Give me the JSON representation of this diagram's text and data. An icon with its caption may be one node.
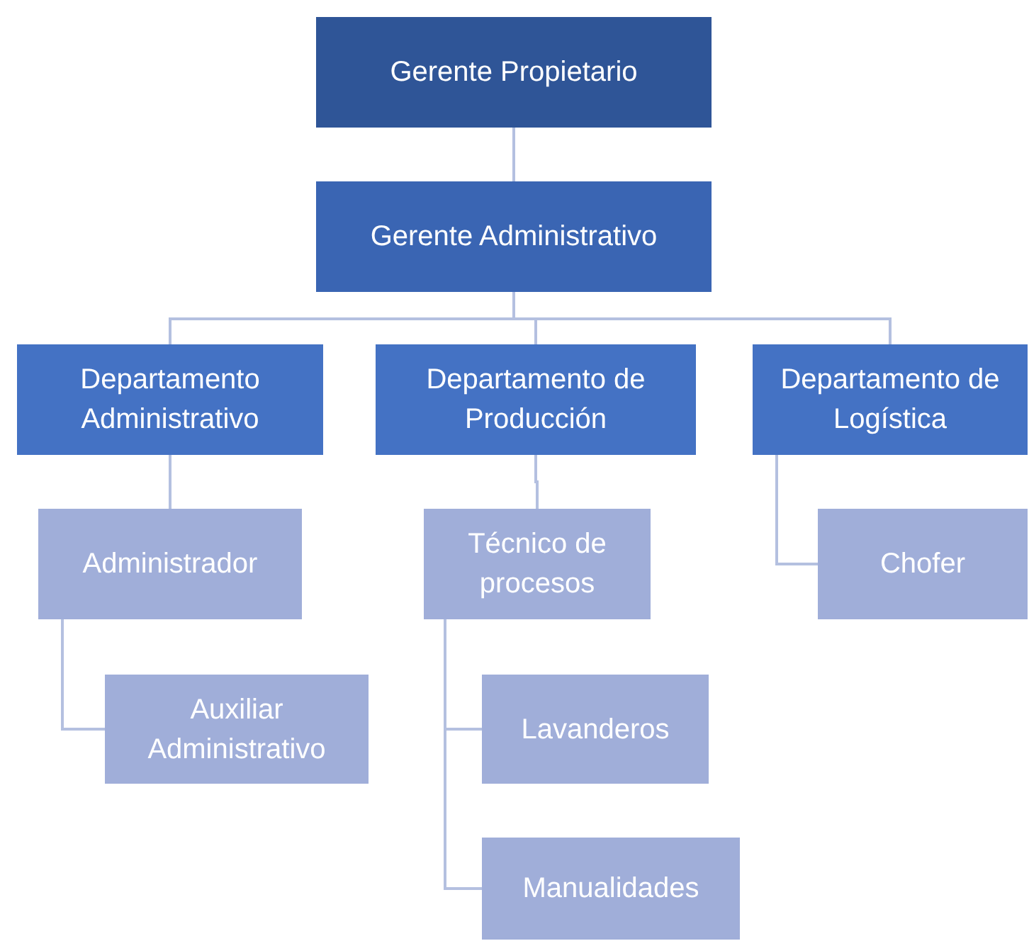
{
  "diagram": {
    "nodes": [
      {
        "text": [
          "Gerente Propietario"
        ]
      },
      {
        "text": [
          "Gerente Administrativo"
        ]
      },
      {
        "text": [
          "Departamento Administrativo"
        ]
      },
      {
        "text": [
          "Departamento de Producción"
        ]
      },
      {
        "text": [
          "Departamento de Logística"
        ]
      },
      {
        "text": [
          "Administrador"
        ]
      },
      {
        "text": [
          "Auxiliar Administrativo"
        ]
      },
      {
        "text": [
          "Técnico de procesos"
        ]
      },
      {
        "text": [
          "Lavanderos"
        ]
      },
      {
        "text": [
          "Manualidades"
        ]
      },
      {
        "text": [
          "Chofer"
        ]
      }
    ],
    "edges": [
      {
        "from": 0,
        "to": 1,
        "arrow": "none"
      },
      {
        "from": 1,
        "to": 2,
        "arrow": "none"
      },
      {
        "from": 1,
        "to": 3,
        "arrow": "none"
      },
      {
        "from": 1,
        "to": 4,
        "arrow": "none"
      },
      {
        "from": 2,
        "to": 5,
        "arrow": "none"
      },
      {
        "from": 5,
        "to": 6,
        "arrow": "none"
      },
      {
        "from": 3,
        "to": 7,
        "arrow": "none"
      },
      {
        "from": 7,
        "to": 8,
        "arrow": "none"
      },
      {
        "from": 7,
        "to": 9,
        "arrow": "none"
      },
      {
        "from": 4,
        "to": 10,
        "arrow": "none"
      }
    ]
  }
}
